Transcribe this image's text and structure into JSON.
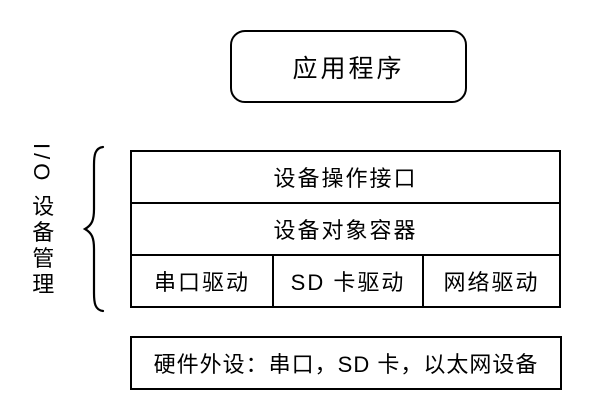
{
  "diagram": {
    "app_box": {
      "label": "应用程序"
    },
    "io_group": {
      "side_label": "I/O 设备管理",
      "layers": [
        {
          "label": "设备操作接口"
        },
        {
          "label": "设备对象容器"
        }
      ],
      "drivers": [
        {
          "label": "串口驱动"
        },
        {
          "label": "SD 卡驱动"
        },
        {
          "label": "网络驱动"
        }
      ]
    },
    "hardware_box": {
      "label": "硬件外设：串口，SD 卡，以太网设备"
    },
    "colors": {
      "stroke": "#000000",
      "text": "#000000",
      "background": "#ffffff"
    }
  }
}
